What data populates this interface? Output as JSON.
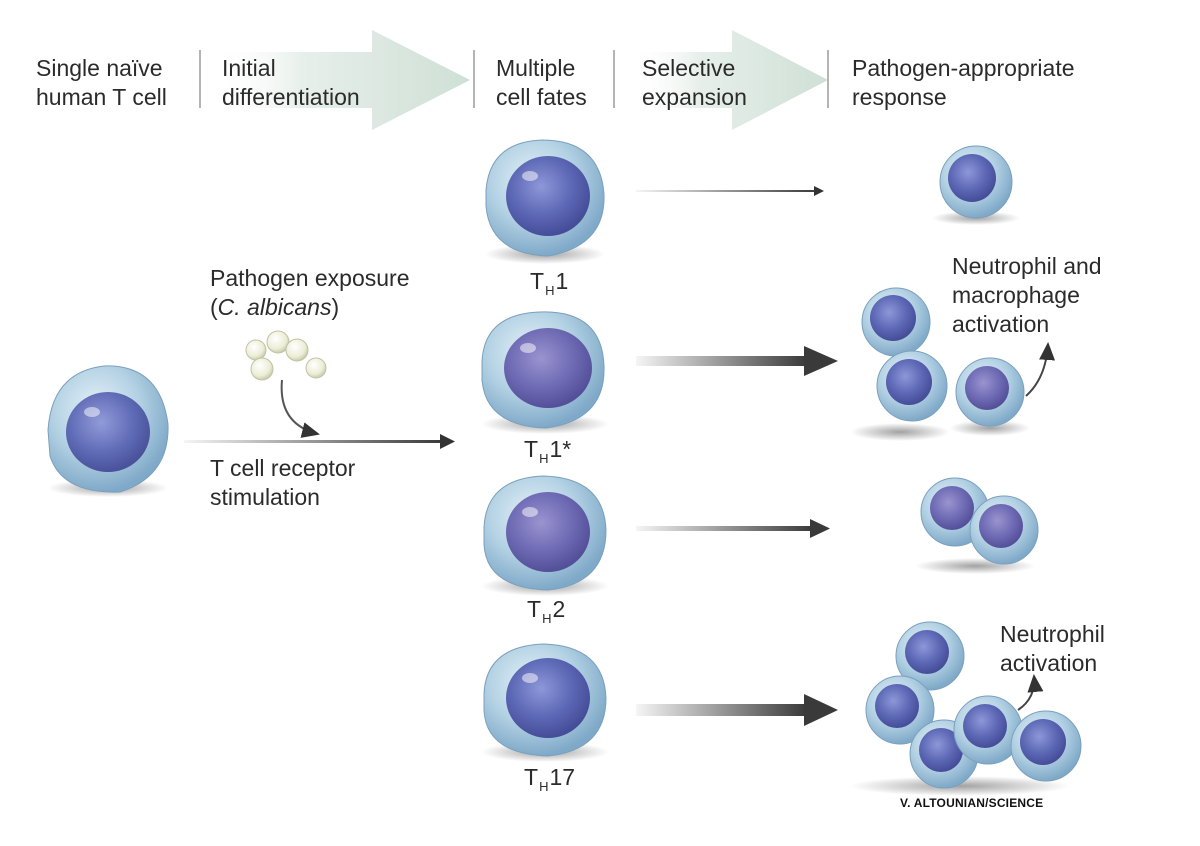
{
  "header": {
    "col1": [
      "Single naïve",
      "human T cell"
    ],
    "col2": [
      "Initial",
      "differentiation"
    ],
    "col3": [
      "Multiple",
      "cell fates"
    ],
    "col4": [
      "Selective",
      "expansion"
    ],
    "col5": [
      "Pathogen-appropriate",
      "response"
    ]
  },
  "exposure": {
    "line1": "Pathogen exposure",
    "line2_open": "(",
    "line2_italic": "C. albicans",
    "line2_close": ")"
  },
  "stimulation": [
    "T cell receptor",
    "stimulation"
  ],
  "fates": [
    {
      "prefix": "T",
      "sub": "H",
      "suffix": "1"
    },
    {
      "prefix": "T",
      "sub": "H",
      "suffix": "1*"
    },
    {
      "prefix": "T",
      "sub": "H",
      "suffix": "2"
    },
    {
      "prefix": "T",
      "sub": "H",
      "suffix": "17"
    }
  ],
  "responses": {
    "th1star": [
      "Neutrophil and",
      "macrophage",
      "activation"
    ],
    "th17": [
      "Neutrophil",
      "activation"
    ]
  },
  "credit": "V. ALTOUNIAN/SCIENCE",
  "colors": {
    "cell_outer": "#a9cbe0",
    "cell_nucleus": "#5c67b5",
    "header_arrow": "#dbe8e1",
    "pathogen": "#eef0dc",
    "arrow_dark": "#3a3a3a"
  }
}
